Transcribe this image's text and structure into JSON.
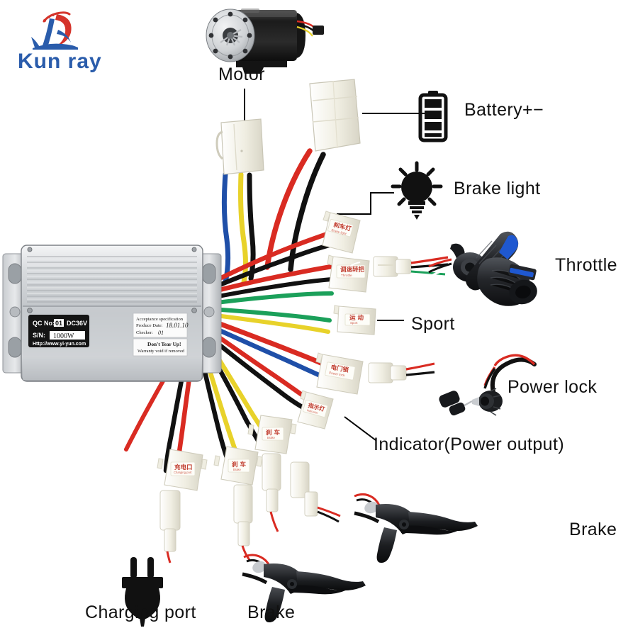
{
  "brand": {
    "name": "Kun ray",
    "logo_icon": "kunray-swoosh-logo",
    "logo_color_primary": "#2a5cab",
    "logo_color_accent": "#d5342b"
  },
  "product": {
    "type": "Brushless DC motor controller wiring kit",
    "controller_label": {
      "qc_no_label": "QC No:",
      "qc_no_value": "01",
      "voltage": "DC36V",
      "sn_label": "S/N:",
      "sn_value": "1000W",
      "website": "Http://www.yi-yun.com"
    },
    "cert_sticker": {
      "line1": "Acceptance specification",
      "line2_label": "Produce Date:",
      "line2_value": "18.01.10",
      "line3_label": "Checker:",
      "line3_value": "01"
    },
    "warning_sticker": {
      "line1": "Don't Tear Up!",
      "line2": "Warranty void if removed"
    }
  },
  "callouts": [
    {
      "id": "motor",
      "label": "Motor",
      "icon": "motor-icon",
      "position": "top"
    },
    {
      "id": "battery",
      "label": "Battery+−",
      "icon": "battery-icon",
      "position": "top-right"
    },
    {
      "id": "brake_light",
      "label": "Brake light",
      "icon": "lightbulb-icon",
      "position": "right"
    },
    {
      "id": "throttle",
      "label": "Throttle",
      "icon": "throttle-grip-icon",
      "position": "right"
    },
    {
      "id": "sport",
      "label": "Sport",
      "icon": "connector-icon",
      "position": "right"
    },
    {
      "id": "power_lock",
      "label": "Power lock",
      "icon": "key-lock-icon",
      "position": "right"
    },
    {
      "id": "indicator",
      "label": "Indicator(Power output)",
      "icon": "connector-icon",
      "position": "right"
    },
    {
      "id": "brake_right",
      "label": "Brake",
      "icon": "brake-lever-icon",
      "position": "bottom-right"
    },
    {
      "id": "brake_left",
      "label": "Brake",
      "icon": "brake-lever-icon",
      "position": "bottom"
    },
    {
      "id": "charging",
      "label": "Charging port",
      "icon": "plug-icon",
      "position": "bottom-left"
    }
  ],
  "connector_tags": [
    {
      "id": "tag_brake_light",
      "cn": "刹车灯",
      "en": "Brake light",
      "wire_colors": [
        "#d92b22",
        "#111111"
      ]
    },
    {
      "id": "tag_throttle",
      "cn": "调速转把",
      "en": "Throttle",
      "wire_colors": [
        "#d92b22",
        "#111111",
        "#1ba05a"
      ]
    },
    {
      "id": "tag_sport",
      "cn": "运动",
      "en": "Sport",
      "wire_colors": [
        "#1ba05a",
        "#e8d22a"
      ]
    },
    {
      "id": "tag_power_lock",
      "cn": "电门锁",
      "en": "Power lock",
      "wire_colors": [
        "#d92b22",
        "#1f4fa8"
      ]
    },
    {
      "id": "tag_indicator",
      "cn": "指示灯",
      "en": "Indicator",
      "wire_colors": [
        "#d92b22",
        "#111111"
      ]
    },
    {
      "id": "tag_charging",
      "cn": "充电口",
      "en": "Charging port",
      "wire_colors": [
        "#d92b22",
        "#111111"
      ]
    },
    {
      "id": "tag_brake_a",
      "cn": "刹车",
      "en": "Brake",
      "wire_colors": [
        "#e8d22a",
        "#111111"
      ]
    },
    {
      "id": "tag_brake_b",
      "cn": "刹车",
      "en": "Brake",
      "wire_colors": [
        "#e8d22a",
        "#111111"
      ]
    }
  ],
  "harness": {
    "motor_connector_wires": [
      "#1f4fa8",
      "#e8d22a",
      "#111111"
    ],
    "battery_connector_wires": [
      "#d92b22",
      "#111111"
    ],
    "fan_wire_colors": [
      "#d92b22",
      "#111111",
      "#e8d22a",
      "#1ba05a",
      "#1f4fa8"
    ]
  },
  "colors": {
    "background": "#ffffff",
    "text": "#111111",
    "leader_line": "#000000",
    "connector_body": "#f2f0e6",
    "tag_text": "#c0392b",
    "metal_light": "#e9eaec",
    "metal_mid": "#c3c6ca",
    "metal_dark": "#8d9196"
  }
}
